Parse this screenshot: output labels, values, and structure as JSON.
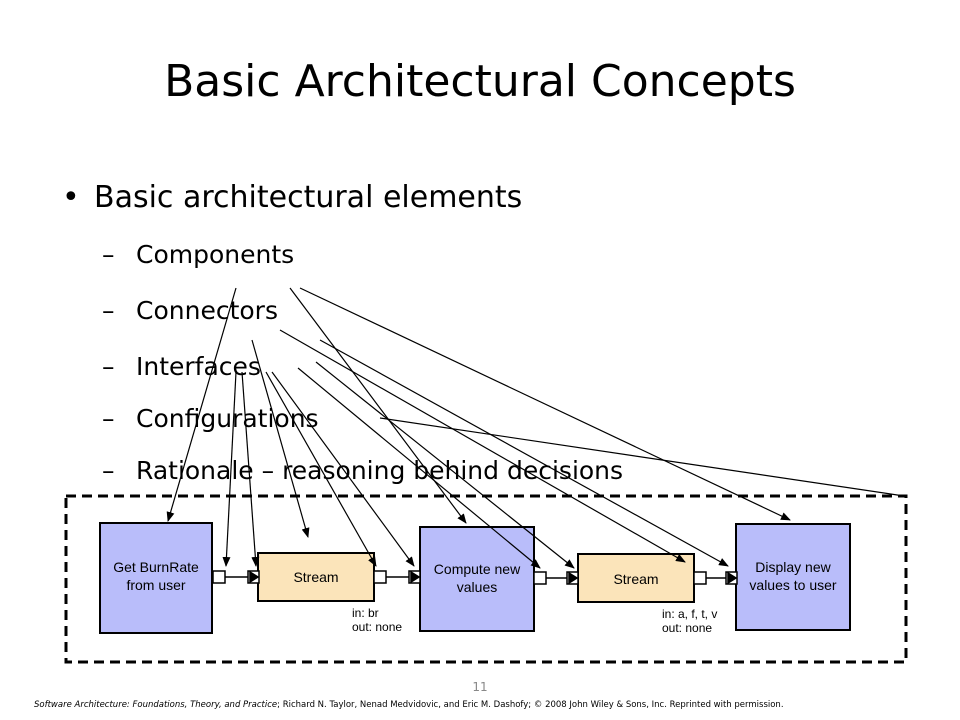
{
  "slide": {
    "title": "Basic Architectural Concepts",
    "bullet": "Basic architectural elements",
    "subitems": [
      "Components",
      "Connectors",
      "Interfaces",
      "Configurations",
      "Rationale – reasoning behind decisions"
    ],
    "page_number": "11"
  },
  "diagram": {
    "components": [
      "Get BurnRate\nfrom user",
      "Compute new\nvalues",
      "Display new\nvalues to user"
    ],
    "connectors": [
      "Stream",
      "Stream"
    ],
    "connector_annotations": [
      {
        "in": "in: br",
        "out": "out: none"
      },
      {
        "in": "in: a, f, t, v",
        "out": "out: none"
      }
    ]
  },
  "footer": {
    "book_title": "Software Architecture: Foundations, Theory, and Practice",
    "credits": "; Richard N. Taylor, Nenad Medvidovic, and Eric M. Dashofy; © 2008 John Wiley & Sons, Inc. Reprinted with permission."
  },
  "colors": {
    "component_fill": "#b9bdfa",
    "connector_fill": "#fbe4ba",
    "border": "#000000"
  }
}
